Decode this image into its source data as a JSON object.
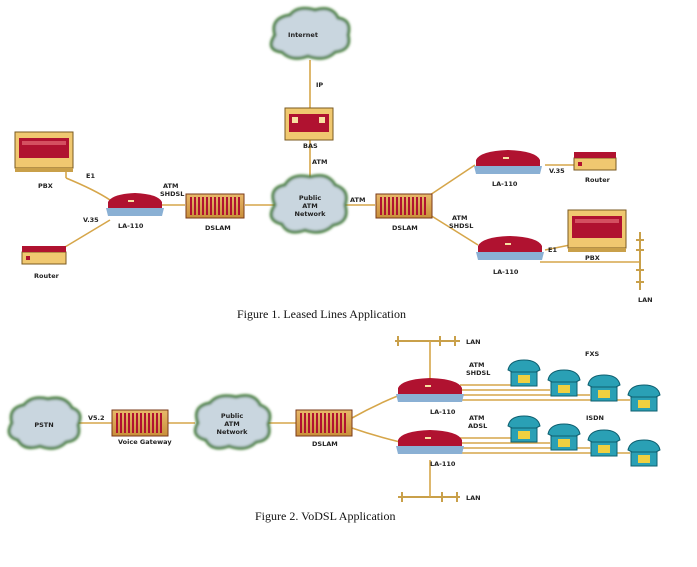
{
  "figure1": {
    "caption": "Figure 1.  Leased Lines Application",
    "nodes": {
      "internet": "Internet",
      "ip": "IP",
      "bas": "BAS",
      "atm_top": "ATM",
      "cloud": [
        "Public",
        "ATM",
        "Network"
      ],
      "pbx_left": "PBX",
      "e1_left": "E1",
      "la110_left": "LA-110",
      "v35_left": "V.35",
      "router_left": "Router",
      "atm_shdsl_left": [
        "ATM",
        "SHDSL"
      ],
      "dslam_left": "DSLAM",
      "atm_mid": "ATM",
      "dslam_right": "DSLAM",
      "la110_top_right": "LA-110",
      "v35_right": "V.35",
      "router_right": "Router",
      "atm_shdsl_right": [
        "ATM",
        "SHDSL"
      ],
      "la110_bottom_right": "LA-110",
      "e1_right": "E1",
      "pbx_right": "PBX",
      "lan": "LAN"
    }
  },
  "figure2": {
    "caption": "Figure 2.  VoDSL Application",
    "nodes": {
      "pstn": "PSTN",
      "v52": "V5.2",
      "voice_gateway": "Voice Gateway",
      "cloud": [
        "Public",
        "ATM",
        "Network"
      ],
      "dslam": "DSLAM",
      "lan_top": "LAN",
      "atm_shdsl": [
        "ATM",
        "SHDSL"
      ],
      "fxs": "FXS",
      "la110_top": "LA-110",
      "atm_adsl": [
        "ATM",
        "ADSL"
      ],
      "isdn": "ISDN",
      "la110_bottom": "LA-110",
      "lan_bottom": "LAN"
    }
  },
  "colors": {
    "cloud_fill": "#c9d6df",
    "cloud_edge": "#3f7a35",
    "modem_red": "#b01230",
    "modem_blue": "#8ab0d4",
    "pbx_yellow": "#f0c870",
    "phone_teal": "#2aa0b5",
    "link": "#d6a64a"
  }
}
